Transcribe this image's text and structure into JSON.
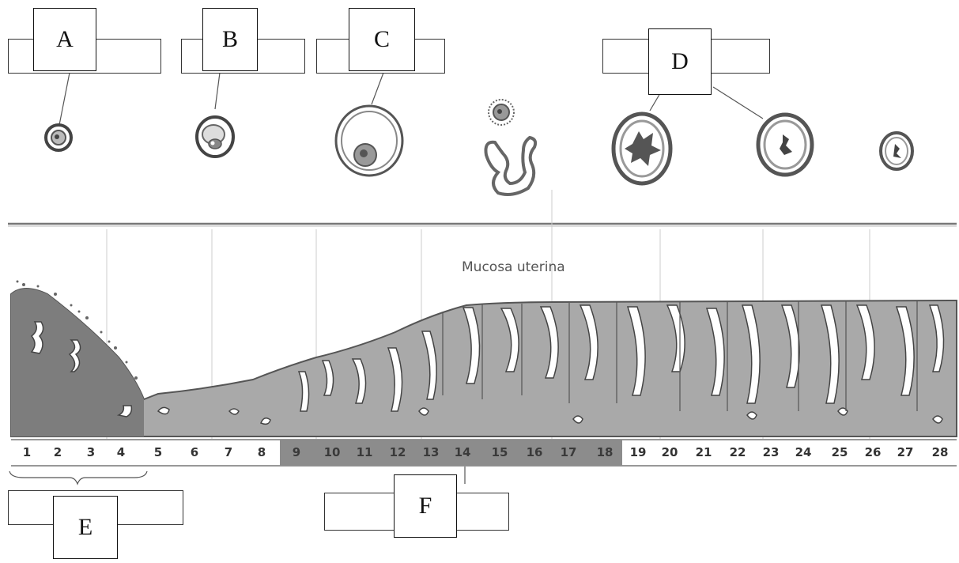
{
  "labels": {
    "A": "A",
    "B": "B",
    "C": "C",
    "D": "D",
    "E": "E",
    "F": "F"
  },
  "mucosa_label": "Mucosa uterina",
  "days": [
    "1",
    "2",
    "3",
    "4",
    "5",
    "6",
    "7",
    "8",
    "9",
    "10",
    "11",
    "12",
    "13",
    "14",
    "15",
    "16",
    "17",
    "18",
    "19",
    "20",
    "21",
    "22",
    "23",
    "24",
    "25",
    "26",
    "27",
    "28"
  ],
  "shaded_days": [
    "9",
    "10",
    "11",
    "12",
    "13",
    "14",
    "15",
    "16",
    "17",
    "18"
  ],
  "colors": {
    "ink": "#3a3a3a",
    "mucosa": "#9a9a9a",
    "mucosa_dark": "#6e6e6e",
    "shaded_band": "#8c8c8c",
    "outline": "#444444"
  }
}
